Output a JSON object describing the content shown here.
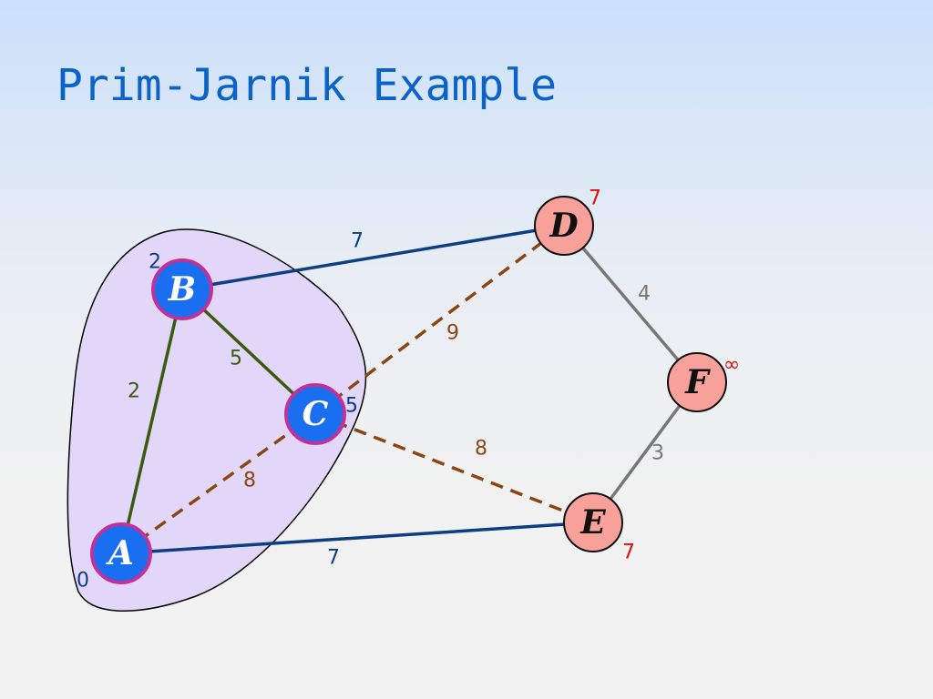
{
  "title": "Prim-Jarnik Example",
  "colors": {
    "cloud_fill": "#e2d7f8",
    "cloud_stroke": "#000000",
    "in_cloud_fill": "#1a6ef0",
    "in_cloud_stroke": "#c0329a",
    "outside_fill": "#f7a19a",
    "outside_stroke": "#111111",
    "tree_edge": "#3a5a10",
    "fringe_edge": "#0d3d82",
    "candidate_edge": "#8b4513",
    "unreached_edge": "#777777",
    "distance_in_cloud": "#0d3d82",
    "distance_outside": "#dd1111"
  },
  "vertices": [
    {
      "id": "A",
      "label": "A",
      "in_cloud": true,
      "distance": "0"
    },
    {
      "id": "B",
      "label": "B",
      "in_cloud": true,
      "distance": "2"
    },
    {
      "id": "C",
      "label": "C",
      "in_cloud": true,
      "distance": "5"
    },
    {
      "id": "D",
      "label": "D",
      "in_cloud": false,
      "distance": "7"
    },
    {
      "id": "E",
      "label": "E",
      "in_cloud": false,
      "distance": "7"
    },
    {
      "id": "F",
      "label": "F",
      "in_cloud": false,
      "distance": "∞"
    }
  ],
  "edges": [
    {
      "from": "A",
      "to": "B",
      "weight": "2",
      "kind": "tree"
    },
    {
      "from": "B",
      "to": "C",
      "weight": "5",
      "kind": "tree"
    },
    {
      "from": "A",
      "to": "C",
      "weight": "8",
      "kind": "candidate"
    },
    {
      "from": "B",
      "to": "D",
      "weight": "7",
      "kind": "fringe"
    },
    {
      "from": "C",
      "to": "D",
      "weight": "9",
      "kind": "candidate"
    },
    {
      "from": "C",
      "to": "E",
      "weight": "8",
      "kind": "candidate"
    },
    {
      "from": "A",
      "to": "E",
      "weight": "7",
      "kind": "fringe"
    },
    {
      "from": "D",
      "to": "F",
      "weight": "4",
      "kind": "unreached"
    },
    {
      "from": "E",
      "to": "F",
      "weight": "3",
      "kind": "unreached"
    }
  ]
}
